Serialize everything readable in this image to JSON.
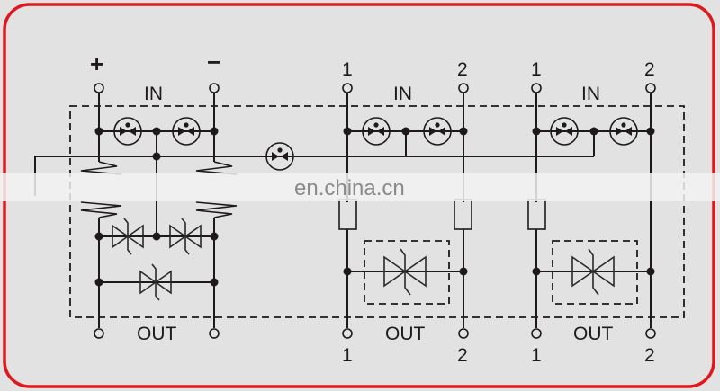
{
  "diagram": {
    "border_color": "#e0181e",
    "background_color": "#e2e2e2",
    "line_color": "#1e1a1a",
    "modules": [
      {
        "id": "dc-module",
        "in_label": "IN",
        "out_label": "OUT",
        "terminals_top": [
          "+",
          "−"
        ],
        "terminals_bottom": [
          "",
          ""
        ]
      },
      {
        "id": "signal-module-1",
        "in_label": "IN",
        "out_label": "OUT",
        "terminals_top": [
          "1",
          "2"
        ],
        "terminals_bottom": [
          "1",
          "2"
        ]
      },
      {
        "id": "signal-module-2",
        "in_label": "IN",
        "out_label": "OUT",
        "terminals_top": [
          "1",
          "2"
        ],
        "terminals_bottom": [
          "1",
          "2"
        ]
      }
    ],
    "components": {
      "gas_discharge_tube": "gas-discharge-tube",
      "tvs_diode": "bidirectional-tvs-diode",
      "inductor": "inductor",
      "resistor": "resistor"
    }
  },
  "watermark": {
    "text": "en.china.cn"
  }
}
